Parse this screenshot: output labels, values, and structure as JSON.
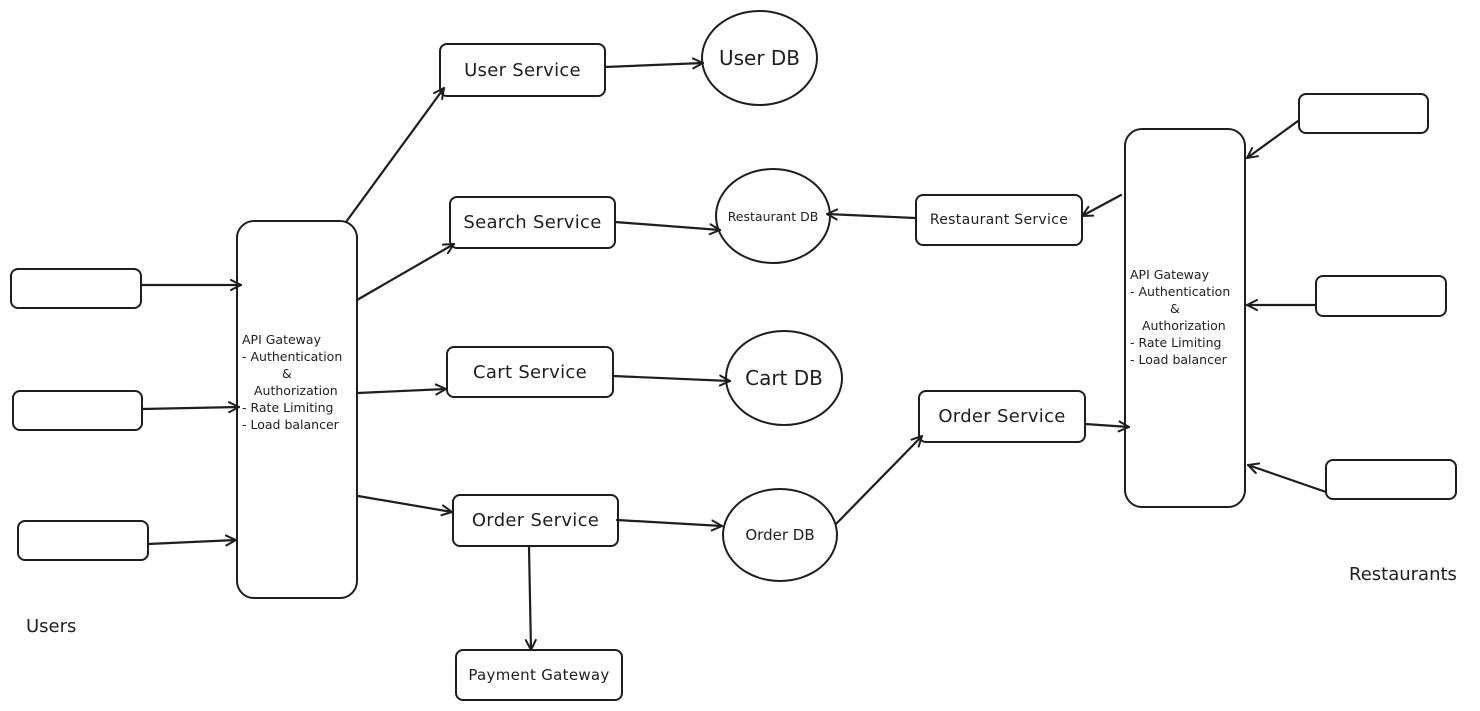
{
  "diagram": {
    "user_gateway": {
      "title": "API Gateway",
      "line1": "- Authentication",
      "line2": "&",
      "line3": "Authorization",
      "line4": "- Rate Limiting",
      "line5": "- Load balancer"
    },
    "restaurant_gateway": {
      "title": "API Gateway",
      "line1": "- Authentication",
      "line2": "&",
      "line3": "Authorization",
      "line4": "- Rate Limiting",
      "line5": "- Load balancer"
    },
    "services": {
      "user_service": "User Service",
      "search_service": "Search Service",
      "cart_service": "Cart Service",
      "order_service": "Order Service",
      "payment_gateway": "Payment Gateway",
      "restaurant_service": "Restaurant Service",
      "restaurant_order_service": "Order Service"
    },
    "databases": {
      "user_db": "User DB",
      "restaurant_db": "Restaurant DB",
      "cart_db": "Cart DB",
      "order_db": "Order DB"
    },
    "groups": {
      "users": "Users",
      "restaurants": "Restaurants"
    }
  }
}
